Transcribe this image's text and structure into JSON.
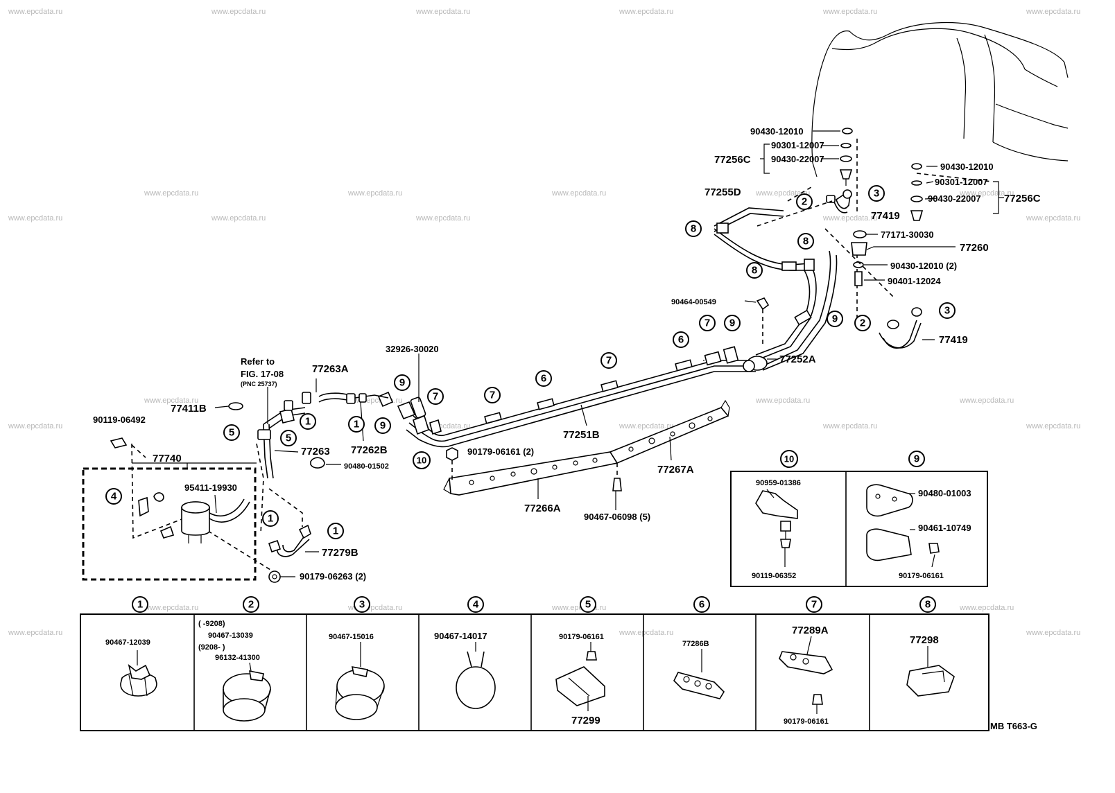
{
  "watermark": "www.epcdata.ru",
  "callouts": {
    "c1": "1",
    "c2": "2",
    "c3": "3",
    "c4": "4",
    "c5": "5",
    "c6": "6",
    "c7": "7",
    "c8": "8",
    "c9": "9",
    "c10": "10"
  },
  "labels": {
    "p90430_12010_a": "90430-12010",
    "p90301_12007_a": "90301-12007",
    "p90430_22007_a": "90430-22007",
    "p77256C_a": "77256C",
    "p90430_12010_b": "90430-12010",
    "p90301_12007_b": "90301-12007",
    "p90430_22007_b": "90430-22007",
    "p77256C_b": "77256C",
    "p77255D": "77255D",
    "p77419_a": "77419",
    "p77171_30030": "77171-30030",
    "p77260": "77260",
    "p90430_12010_2": "90430-12010 (2)",
    "p90401_12024": "90401-12024",
    "p90464_00549": "90464-00549",
    "p77419_b": "77419",
    "p77252A": "77252A",
    "refer_line1": "Refer to",
    "refer_line2": "FIG. 17-08",
    "refer_line3": "(PNC 25737)",
    "p77263A": "77263A",
    "p32926_30020": "32926-30020",
    "p77411B": "77411B",
    "p90119_06492": "90119-06492",
    "p77263": "77263",
    "p77262B": "77262B",
    "p77251B": "77251B",
    "p90179_06161_2": "90179-06161 (2)",
    "p77267A": "77267A",
    "p77740": "77740",
    "p90480_01502": "90480-01502",
    "p95411_19930": "95411-19930",
    "p77266A": "77266A",
    "p90467_06098_5": "90467-06098 (5)",
    "p77279B": "77279B",
    "p90179_06263_2": "90179-06263 (2)",
    "d10_90959_01386": "90959-01386",
    "d10_90119_06352": "90119-06352",
    "d9_90480_01003": "90480-01003",
    "d9_90461_10749": "90461-10749",
    "d9_90179_06161": "90179-06161",
    "b1_90467_12039": "90467-12039",
    "b2_range1": "(      -9208)",
    "b2_90467_13039": "90467-13039",
    "b2_range2": "(9208-      )",
    "b2_96132_41300": "96132-41300",
    "b3_90467_15016": "90467-15016",
    "b4_90467_14017": "90467-14017",
    "b5_90179_06161": "90179-06161",
    "b5_77299": "77299",
    "b6_77286B": "77286B",
    "b7_77289A": "77289A",
    "b7_90179_06161": "90179-06161",
    "b8_77298": "77298",
    "figure_code": "MB T663-G"
  }
}
